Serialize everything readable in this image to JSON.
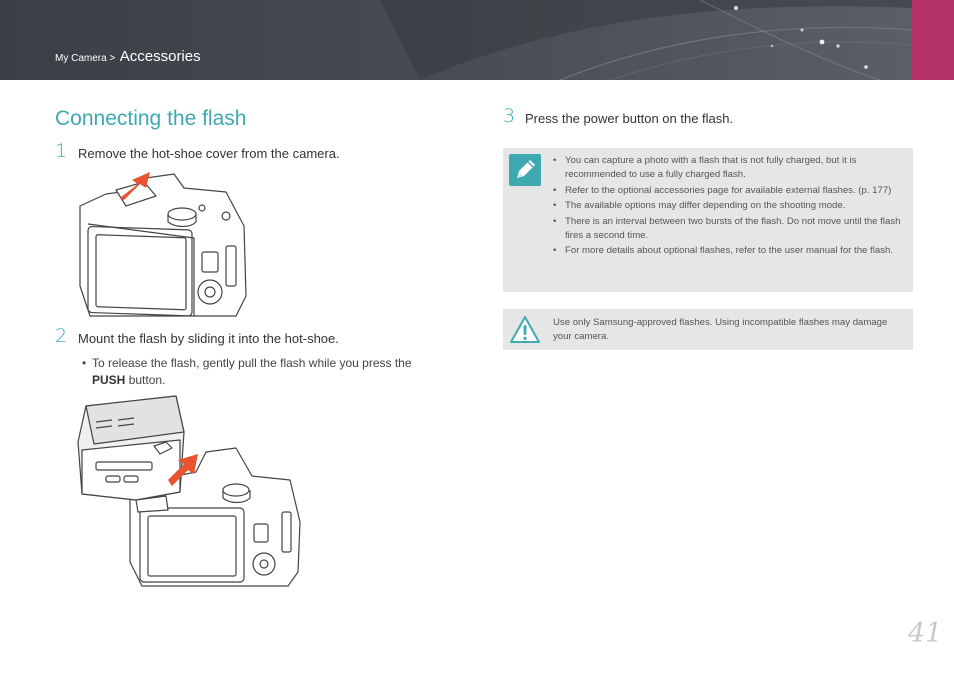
{
  "header": {
    "breadcrumb_parent": "My Camera >",
    "breadcrumb_current": "Accessories"
  },
  "title": "Connecting the flash",
  "steps": [
    {
      "number": "1",
      "text": "Remove the hot-shoe cover from the camera."
    },
    {
      "number": "2",
      "text": "Mount the flash by sliding it into the hot-shoe."
    },
    {
      "number": "3",
      "text": "Press the power button on the flash."
    }
  ],
  "step2_bullet": {
    "dot": "•",
    "before": "To release the flash, gently pull the flash while you press the",
    "bold": "PUSH",
    "after": "button."
  },
  "note": {
    "icon": "pencil-note-icon",
    "items": [
      "You can capture a photo with a flash that is not fully charged, but it is recommended to use a fully charged flash.",
      "Refer to the optional accessories page for available external flashes. (p. 177)",
      "The available options may differ depending on the shooting mode.",
      "There is an interval between two bursts of the flash. Do not move until the flash fires a second time.",
      "For more details about optional flashes, refer to the user manual for the flash."
    ]
  },
  "warning": {
    "icon": "warning-triangle-icon",
    "text": "Use only Samsung-approved flashes. Using incompatible flashes may damage your camera."
  },
  "page_number": "41",
  "colors": {
    "accent": "#3fa9b1",
    "header_tab": "#b6336a",
    "box_bg": "#e6e6e6",
    "arrow": "#e8542f"
  }
}
